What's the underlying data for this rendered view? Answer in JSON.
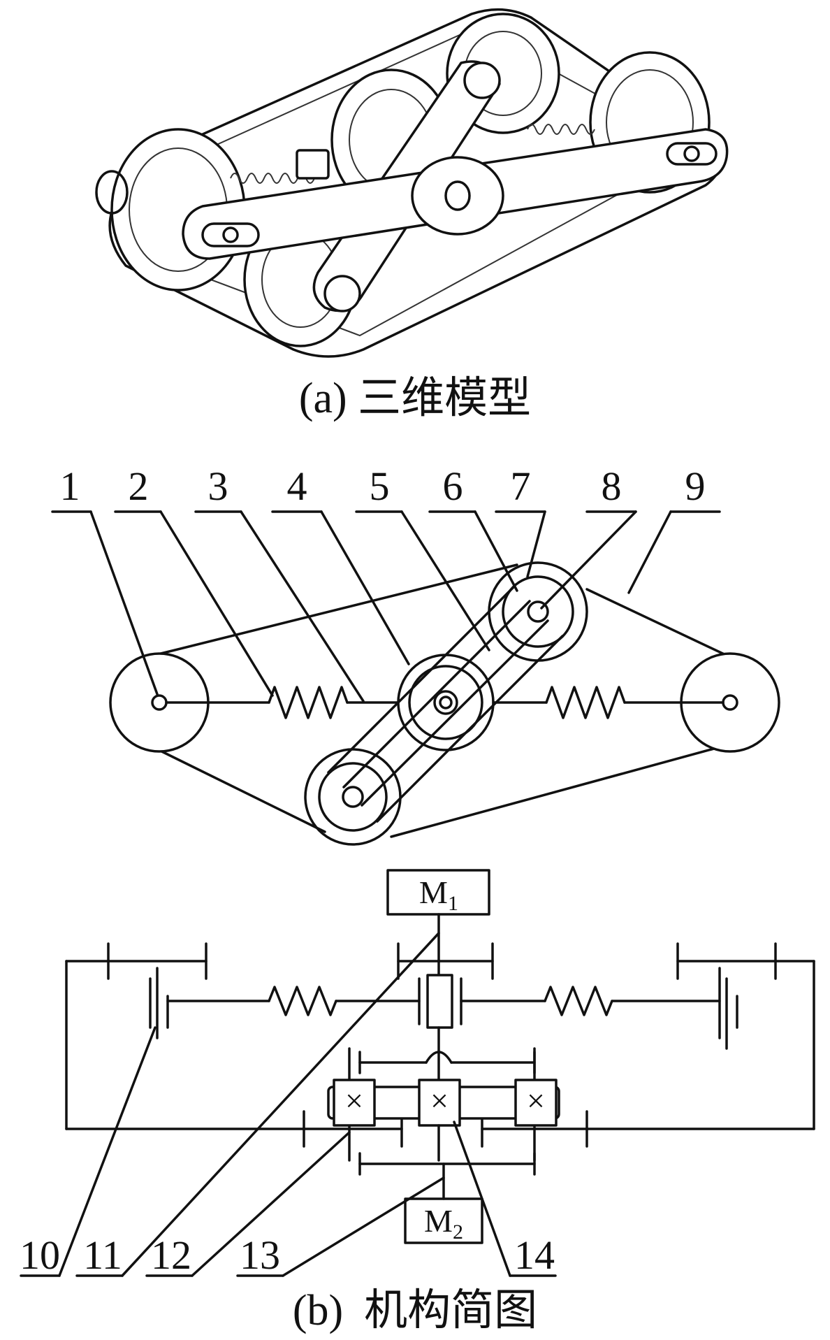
{
  "figure": {
    "caption_a": "(a) 三维模型",
    "caption_b_prefix": "(b)",
    "caption_b_text": "机构简图",
    "motor_1": {
      "letter": "M",
      "sub": "1"
    },
    "motor_2": {
      "letter": "M",
      "sub": "2"
    },
    "part_labels_top": [
      "1",
      "2",
      "3",
      "4",
      "5",
      "6",
      "7",
      "8",
      "9"
    ],
    "part_labels_bottom": [
      "10",
      "11",
      "12",
      "13",
      "14"
    ]
  }
}
